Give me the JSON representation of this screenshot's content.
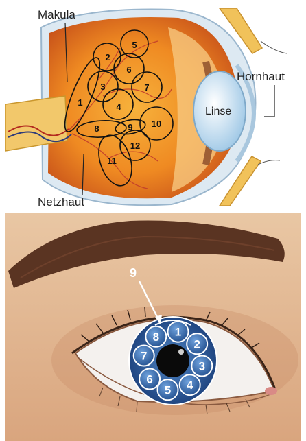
{
  "top_panel": {
    "labels": {
      "makula": "Makula",
      "hornhaut": "Hornhaut",
      "linse": "Linse",
      "netzhaut": "Netzhaut"
    },
    "zones": [
      "1",
      "2",
      "3",
      "4",
      "5",
      "6",
      "7",
      "8",
      "9",
      "10",
      "11",
      "12"
    ]
  },
  "bottom_panel": {
    "callout": "9",
    "iris_segments": [
      "1",
      "2",
      "3",
      "4",
      "5",
      "6",
      "7",
      "8"
    ]
  }
}
